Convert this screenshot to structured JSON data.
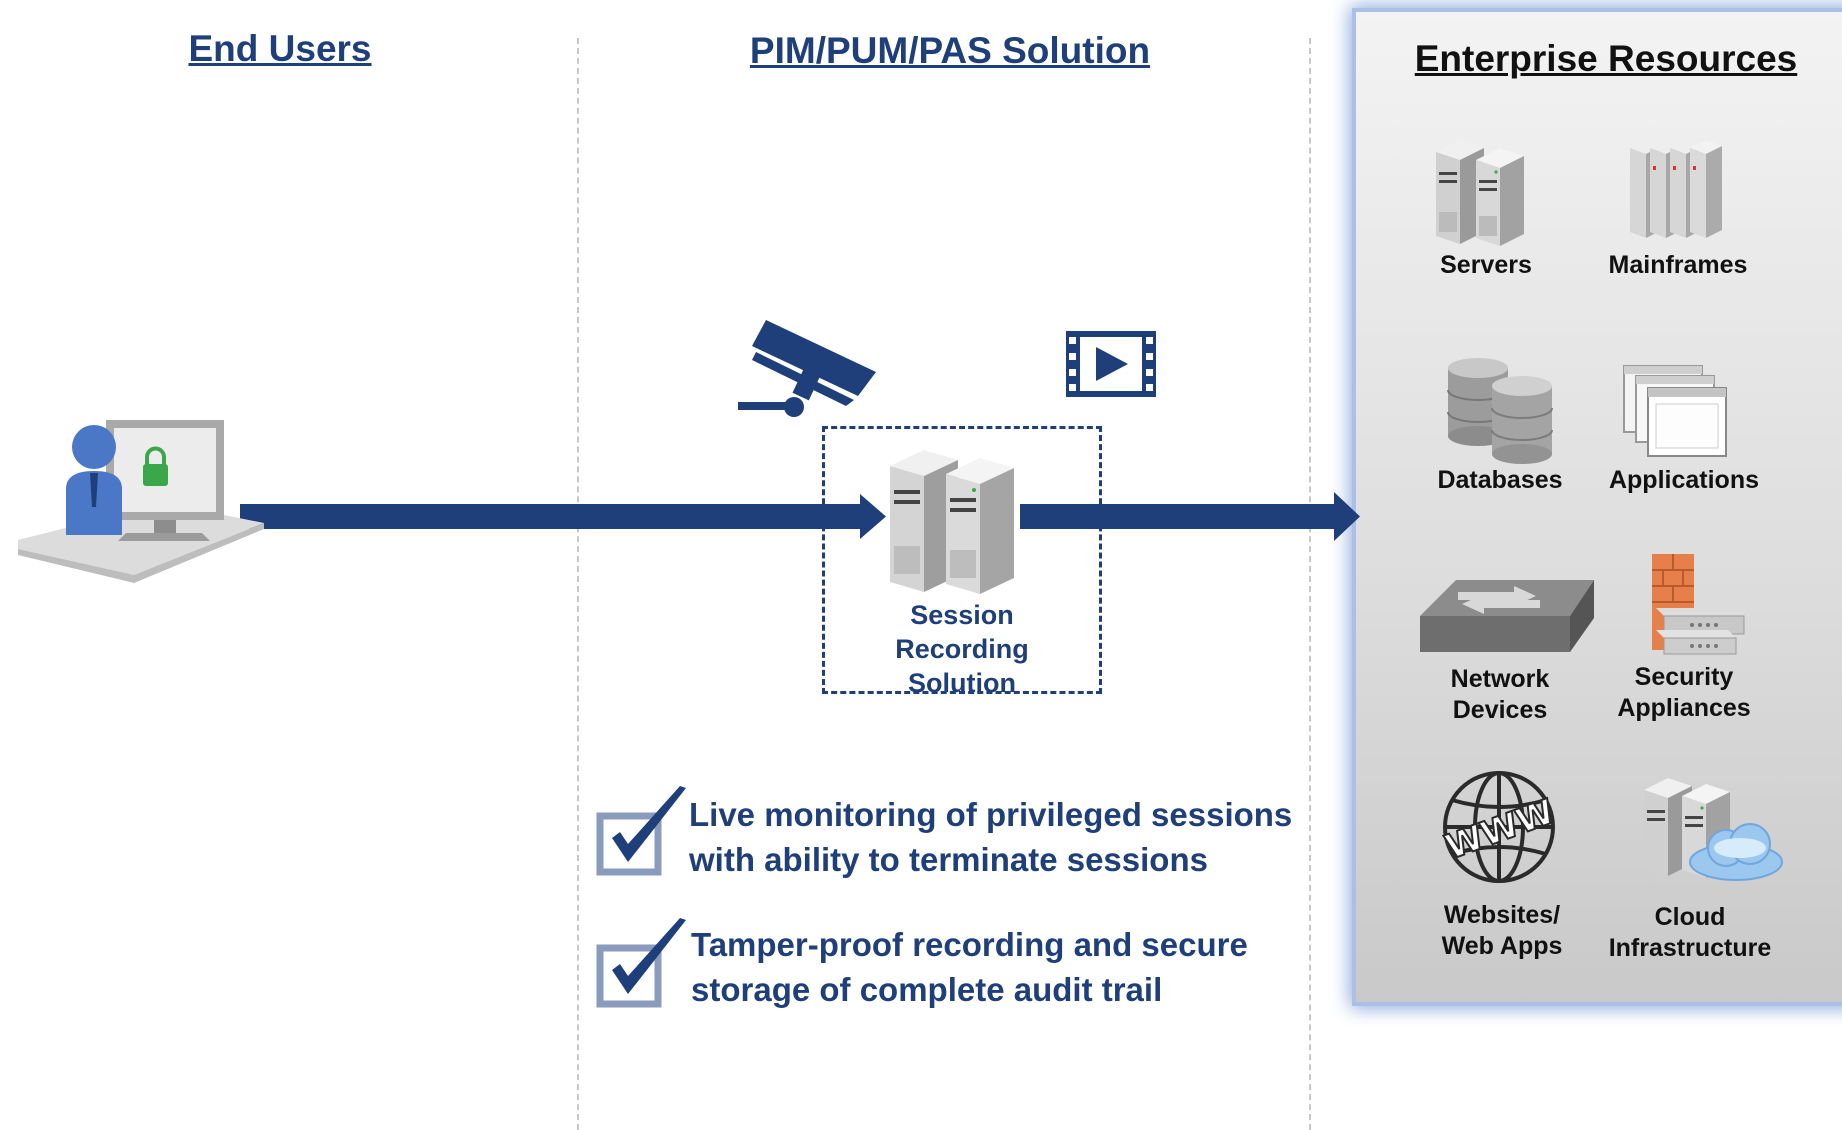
{
  "columns": {
    "end_users": "End Users",
    "solution": "PIM/PUM/PAS Solution",
    "enterprise": "Enterprise Resources"
  },
  "session_box": {
    "line1": "Session",
    "line2": "Recording",
    "line3": "Solution"
  },
  "resources": {
    "servers": "Servers",
    "mainframes": "Mainframes",
    "databases": "Databases",
    "applications": "Applications",
    "network_line1": "Network",
    "network_line2": "Devices",
    "security_line1": "Security",
    "security_line2": "Appliances",
    "websites_line1": "Websites/",
    "websites_line2": "Web Apps",
    "cloud_line1": "Cloud",
    "cloud_line2": "Infrastructure"
  },
  "features": [
    {
      "line1": "Live monitoring of privileged sessions",
      "line2": "with ability to terminate sessions"
    },
    {
      "line1": "Tamper-proof recording and secure",
      "line2": "storage of complete audit trail"
    }
  ],
  "colors": {
    "brand_navy": "#1f3f7a",
    "lock_green": "#3aa84a",
    "user_blue": "#4a78c6"
  },
  "icons": [
    "user-workstation-icon",
    "security-camera-icon",
    "video-play-icon",
    "server-icon",
    "mainframe-icon",
    "database-icon",
    "application-window-icon",
    "network-switch-icon",
    "firewall-appliance-icon",
    "globe-www-icon",
    "cloud-server-icon",
    "checkbox-check-icon"
  ]
}
